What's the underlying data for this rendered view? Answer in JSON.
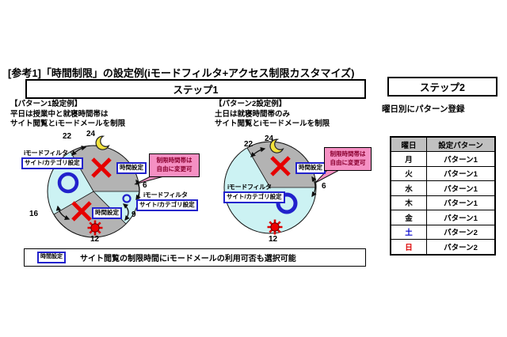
{
  "title": "[参考1]「時間制限」の設定例(iモードフィルタ+アクセス制限カスタマイズ)",
  "step1": {
    "label": "ステップ1",
    "pattern1": {
      "heading": "【パターン1設定例】",
      "line1": "平日は授業中と就寝時間帯は",
      "line2": "サイト閲覧とiモードメールを制限"
    },
    "pattern2": {
      "heading": "【パターン2設定例】",
      "line1": "土日は就寝時間帯のみ",
      "line2": "サイト閲覧とiモードメールを制限"
    },
    "labels": {
      "imode_filter": "iモードフィルタ",
      "site_category": "サイト/カテゴリ設定",
      "time_setting": "時間設定",
      "callout_line1": "制限時間帯は",
      "callout_line2": "自由に変更可"
    },
    "clock1": {
      "h24": "24",
      "h22": "22",
      "h6": "6",
      "h9": "9",
      "h12": "12",
      "h16": "16"
    },
    "clock2": {
      "h24": "24",
      "h22": "22",
      "h6": "6",
      "h12": "12"
    },
    "note": {
      "tag": "時間設定",
      "text": "サイト閲覧の制限時間にiモードメールの利用可否も選択可能"
    }
  },
  "step2": {
    "label": "ステップ2",
    "subtitle": "曜日別にパターン登録",
    "table": {
      "headers": [
        "曜日",
        "設定パターン"
      ],
      "rows": [
        {
          "day": "月",
          "pattern": "パターン1"
        },
        {
          "day": "火",
          "pattern": "パターン1"
        },
        {
          "day": "水",
          "pattern": "パターン1"
        },
        {
          "day": "木",
          "pattern": "パターン1"
        },
        {
          "day": "金",
          "pattern": "パターン1"
        },
        {
          "day": "土",
          "pattern": "パターン2"
        },
        {
          "day": "日",
          "pattern": "パターン2"
        }
      ]
    }
  },
  "colors": {
    "clock-free": "#ccf2f3",
    "clock-restricted": "#b3b3b3",
    "cross": "#e60000",
    "circle-mark": "#2222cc",
    "label-border": "#2222cc",
    "callout-bg": "#f590c3",
    "callout-text": "#8b0030",
    "saturday": "#0000cc",
    "sunday": "#dd0000",
    "header-bg": "#c0c0c0"
  }
}
